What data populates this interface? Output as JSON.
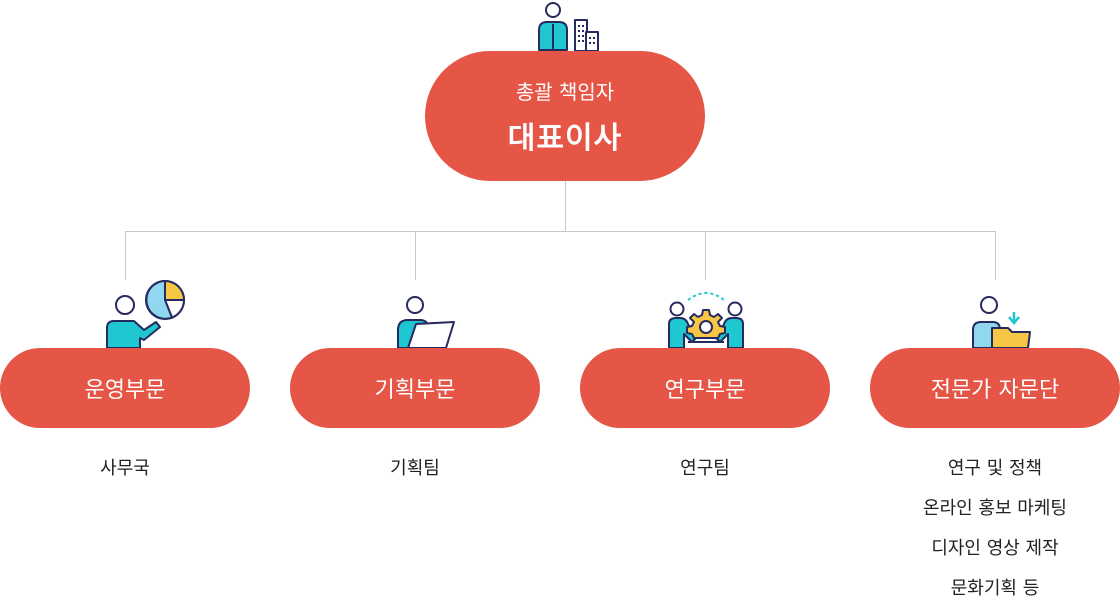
{
  "top": {
    "subtitle": "총괄 책임자",
    "title": "대표이사",
    "icon": "executive-building-icon"
  },
  "departments": [
    {
      "name": "운영부문",
      "icon": "presenter-pie-chart-icon",
      "teams": [
        "사무국"
      ]
    },
    {
      "name": "기획부문",
      "icon": "planner-laptop-icon",
      "teams": [
        "기획팀"
      ]
    },
    {
      "name": "연구부문",
      "icon": "researchers-gear-icon",
      "teams": [
        "연구팀"
      ]
    },
    {
      "name": "전문가 자문단",
      "icon": "advisor-folder-icon",
      "teams": [
        "연구 및 정책",
        "온라인 홍보 마케팅",
        "디자인 영상 제작",
        "문화기획 등"
      ]
    }
  ],
  "colors": {
    "pill": "#e55646",
    "pill_text": "#ffffff",
    "connector": "#c8c8c8",
    "icon_teal": "#1fc7d0",
    "icon_yellow": "#f6c744",
    "icon_light_blue": "#8fd8f0",
    "icon_outline": "#262a5e"
  }
}
